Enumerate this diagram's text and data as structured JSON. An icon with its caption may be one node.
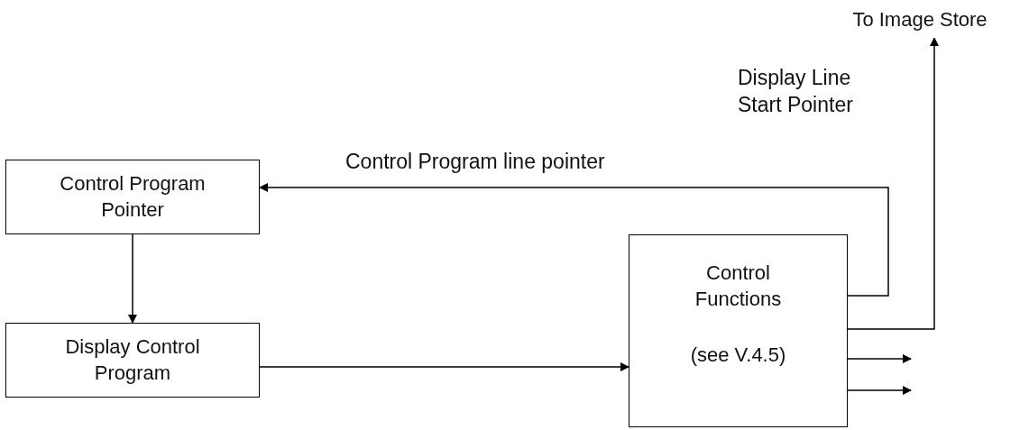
{
  "diagram": {
    "nodes": [
      {
        "text": [
          "Control Program Pointer"
        ]
      },
      {
        "text": [
          "Display Control Program"
        ]
      },
      {
        "text": [
          "Control Functions",
          "(see V.4.5)"
        ]
      },
      {
        "text": [
          "To Image Store"
        ]
      }
    ],
    "edges": [
      {
        "from": 2,
        "to": 0,
        "arrow": "to",
        "label": "Control Program line pointer"
      },
      {
        "from": 0,
        "to": 1,
        "arrow": "to"
      },
      {
        "from": 1,
        "to": 2,
        "arrow": "to"
      },
      {
        "from": 2,
        "to": 3,
        "arrow": "to",
        "label": "Display Line Start Pointer"
      },
      {
        "from": 2,
        "to": null,
        "arrow": "to"
      },
      {
        "from": 2,
        "to": null,
        "arrow": "to"
      }
    ]
  }
}
